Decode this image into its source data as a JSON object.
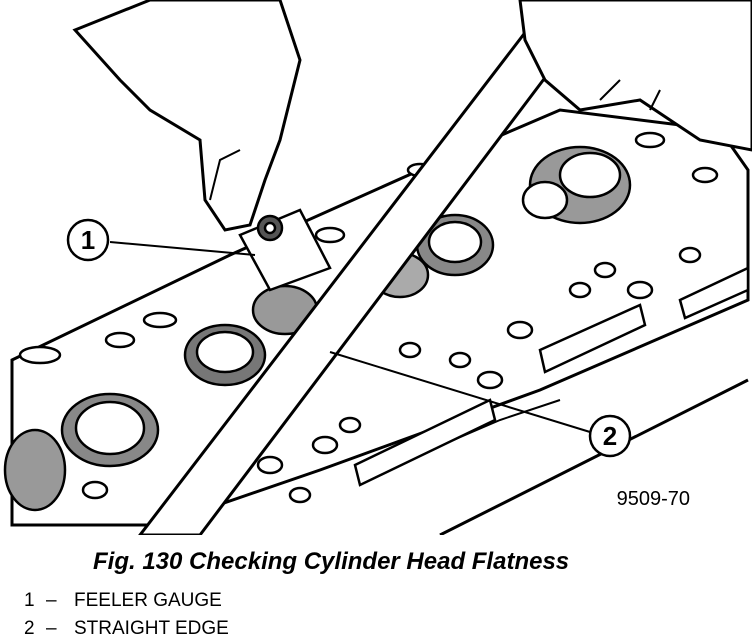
{
  "figure": {
    "callouts": [
      "1",
      "2"
    ],
    "figure_id": "9509-70"
  },
  "caption": "Fig. 130 Checking Cylinder Head Flatness",
  "legend": [
    {
      "num": "1",
      "sep": "–",
      "label": "FEELER GAUGE"
    },
    {
      "num": "2",
      "sep": "–",
      "label": "STRAIGHT EDGE"
    }
  ]
}
